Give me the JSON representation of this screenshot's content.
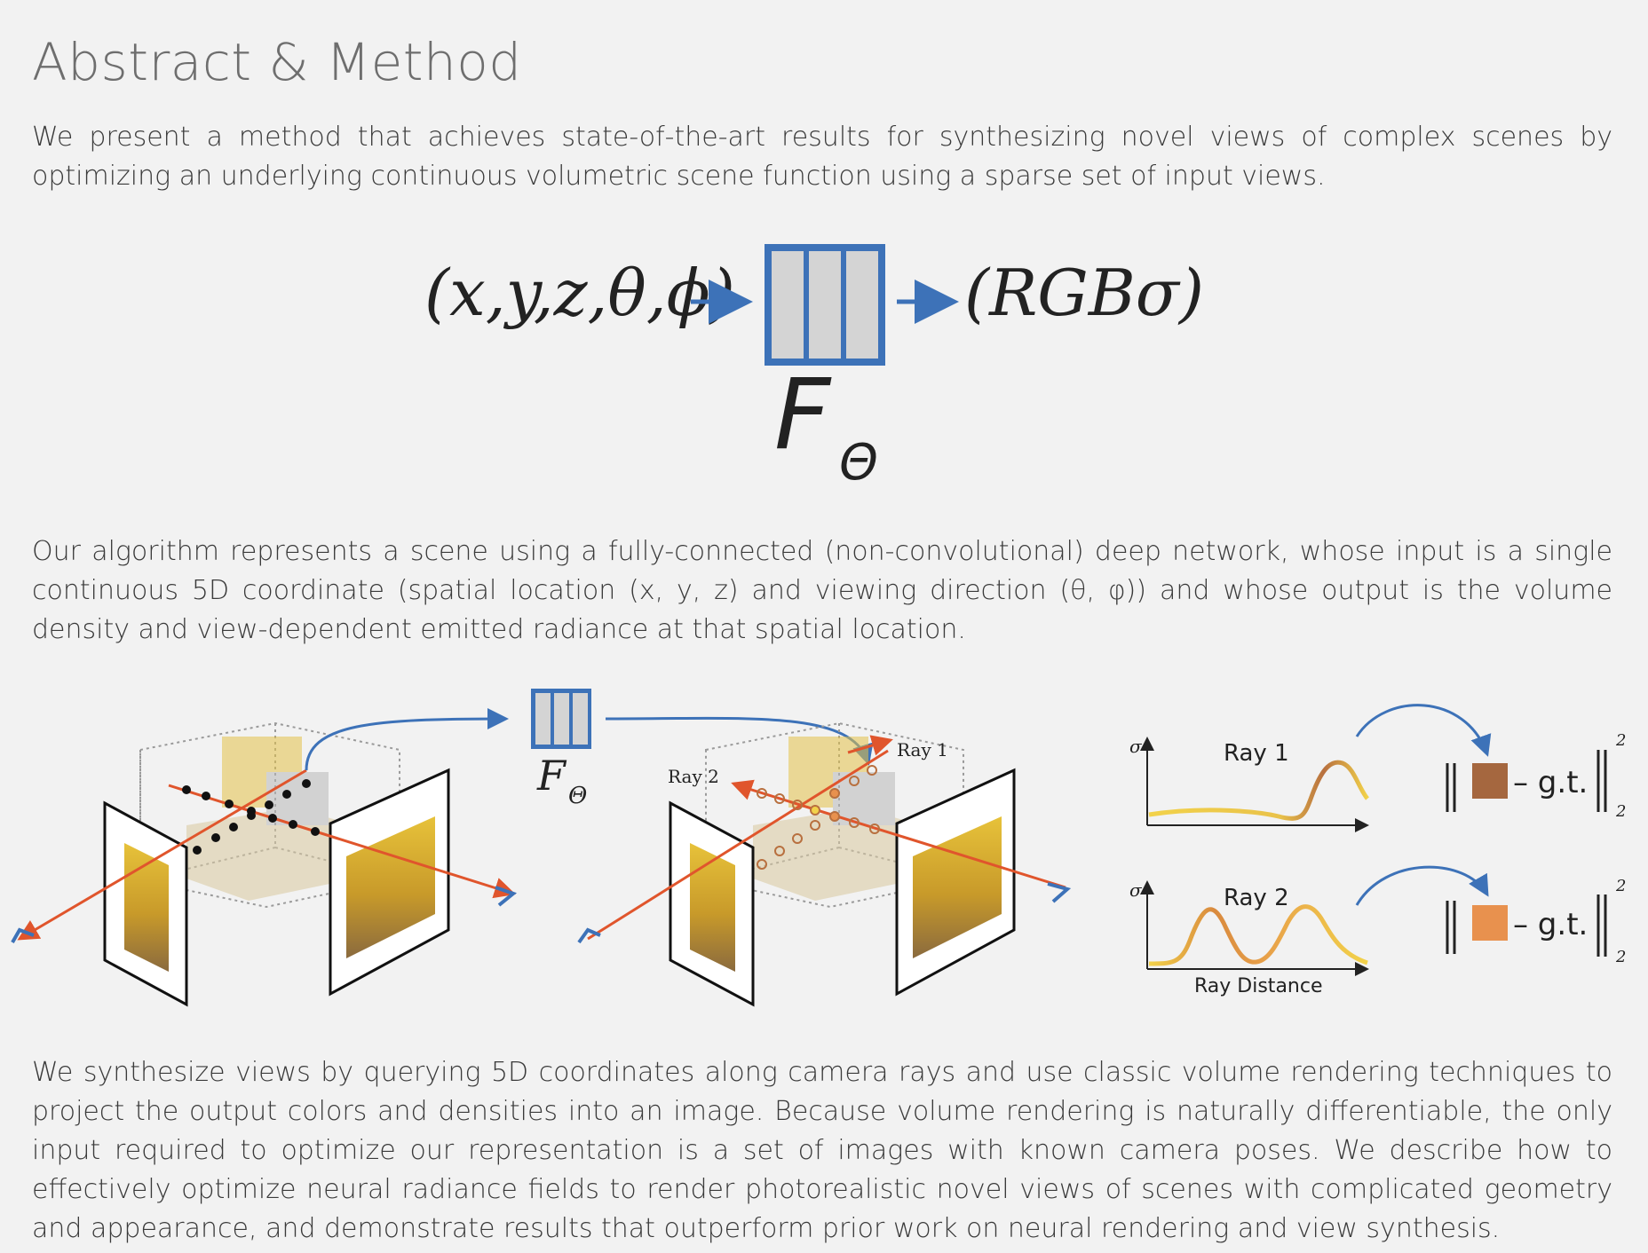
{
  "header": {
    "title": "Abstract & Method"
  },
  "paragraphs": {
    "p1": "We present a method that achieves state-of-the-art results for synthesizing novel views of complex scenes by optimizing an underlying continuous volumetric scene function using a sparse set of input views.",
    "p2": "Our algorithm represents a scene using a fully-connected (non-convolutional) deep network, whose input is a single continuous 5D coordinate (spatial location (x, y, z) and viewing direction (θ, φ)) and whose output is the volume density and view-dependent emitted radiance at that spatial location.",
    "p3": "We synthesize views by querying 5D coordinates along camera rays and use classic volume rendering techniques to project the output colors and densities into an image. Because volume rendering is naturally differentiable, the only input required to optimize our representation is a set of images with known camera poses. We describe how to effectively optimize neural radiance fields to render photorealistic novel views of scenes with complicated geometry and appearance, and demonstrate results that outperform prior work on neural rendering and view synthesis."
  },
  "formula": {
    "input": "(x,y,z,θ,ϕ)",
    "output": "(RGBσ)",
    "network_symbol": "F",
    "network_subscript": "Θ"
  },
  "pipeline": {
    "network_symbol": "F",
    "network_subscript": "Θ",
    "ray1_label": "Ray 1",
    "ray2_label": "Ray 2",
    "plot_ray1_title": "Ray 1",
    "plot_ray2_title": "Ray 2",
    "sigma_label": "σ",
    "x_axis_label": "Ray Distance",
    "loss_text": "– g.t.",
    "norm_sub": "2",
    "norm_sup": "2"
  },
  "colors": {
    "network_blue": "#3d72b8",
    "network_fill": "#d4d4d4",
    "ray_red": "#e0552c",
    "swatch_ray1": "#a5673f",
    "swatch_ray2": "#e8914e",
    "curve_yellow": "#f2d24a",
    "curve_orange": "#d98a3e"
  }
}
